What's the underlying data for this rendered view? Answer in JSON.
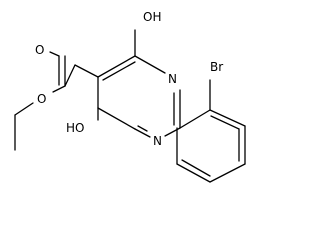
{
  "molecule": {
    "atoms": {
      "oh_top": "OH",
      "oh_bottom": "HO",
      "n_upper": "N",
      "n_lower": "N",
      "bromine": "Br",
      "carbonyl_o": "O",
      "ester_o": "O"
    }
  },
  "colors": {
    "ink": "#000000",
    "background": "#ffffff"
  }
}
